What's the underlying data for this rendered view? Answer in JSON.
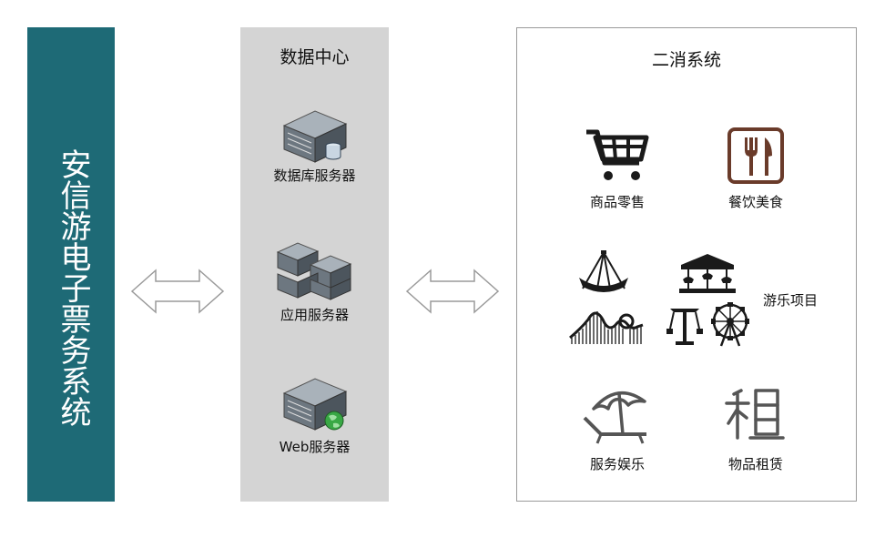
{
  "left_system": {
    "title": "安信游电子票务系统"
  },
  "data_center": {
    "title": "数据中心",
    "servers": [
      {
        "label": "数据库服务器",
        "icon": "database-server-icon"
      },
      {
        "label": "应用服务器",
        "icon": "application-server-icon"
      },
      {
        "label": "Web服务器",
        "icon": "web-server-icon"
      }
    ]
  },
  "secondary_consumption": {
    "title": "二消系统",
    "items": {
      "retail": {
        "label": "商品零售",
        "icon": "shopping-cart-icon"
      },
      "dining": {
        "label": "餐饮美食",
        "icon": "fork-knife-icon"
      },
      "amusement": {
        "label": "游乐项目",
        "icons": [
          "pirate-ship-icon",
          "carousel-icon",
          "roller-coaster-icon",
          "swing-ride-icon",
          "ferris-wheel-icon"
        ]
      },
      "leisure": {
        "label": "服务娱乐",
        "icon": "beach-umbrella-icon"
      },
      "rental": {
        "label": "物品租赁",
        "icon": "rental-character-icon"
      }
    }
  },
  "colors": {
    "left_bar": "#1e6a76",
    "data_center_bg": "#d4d4d4",
    "border": "#9a9a9a"
  }
}
